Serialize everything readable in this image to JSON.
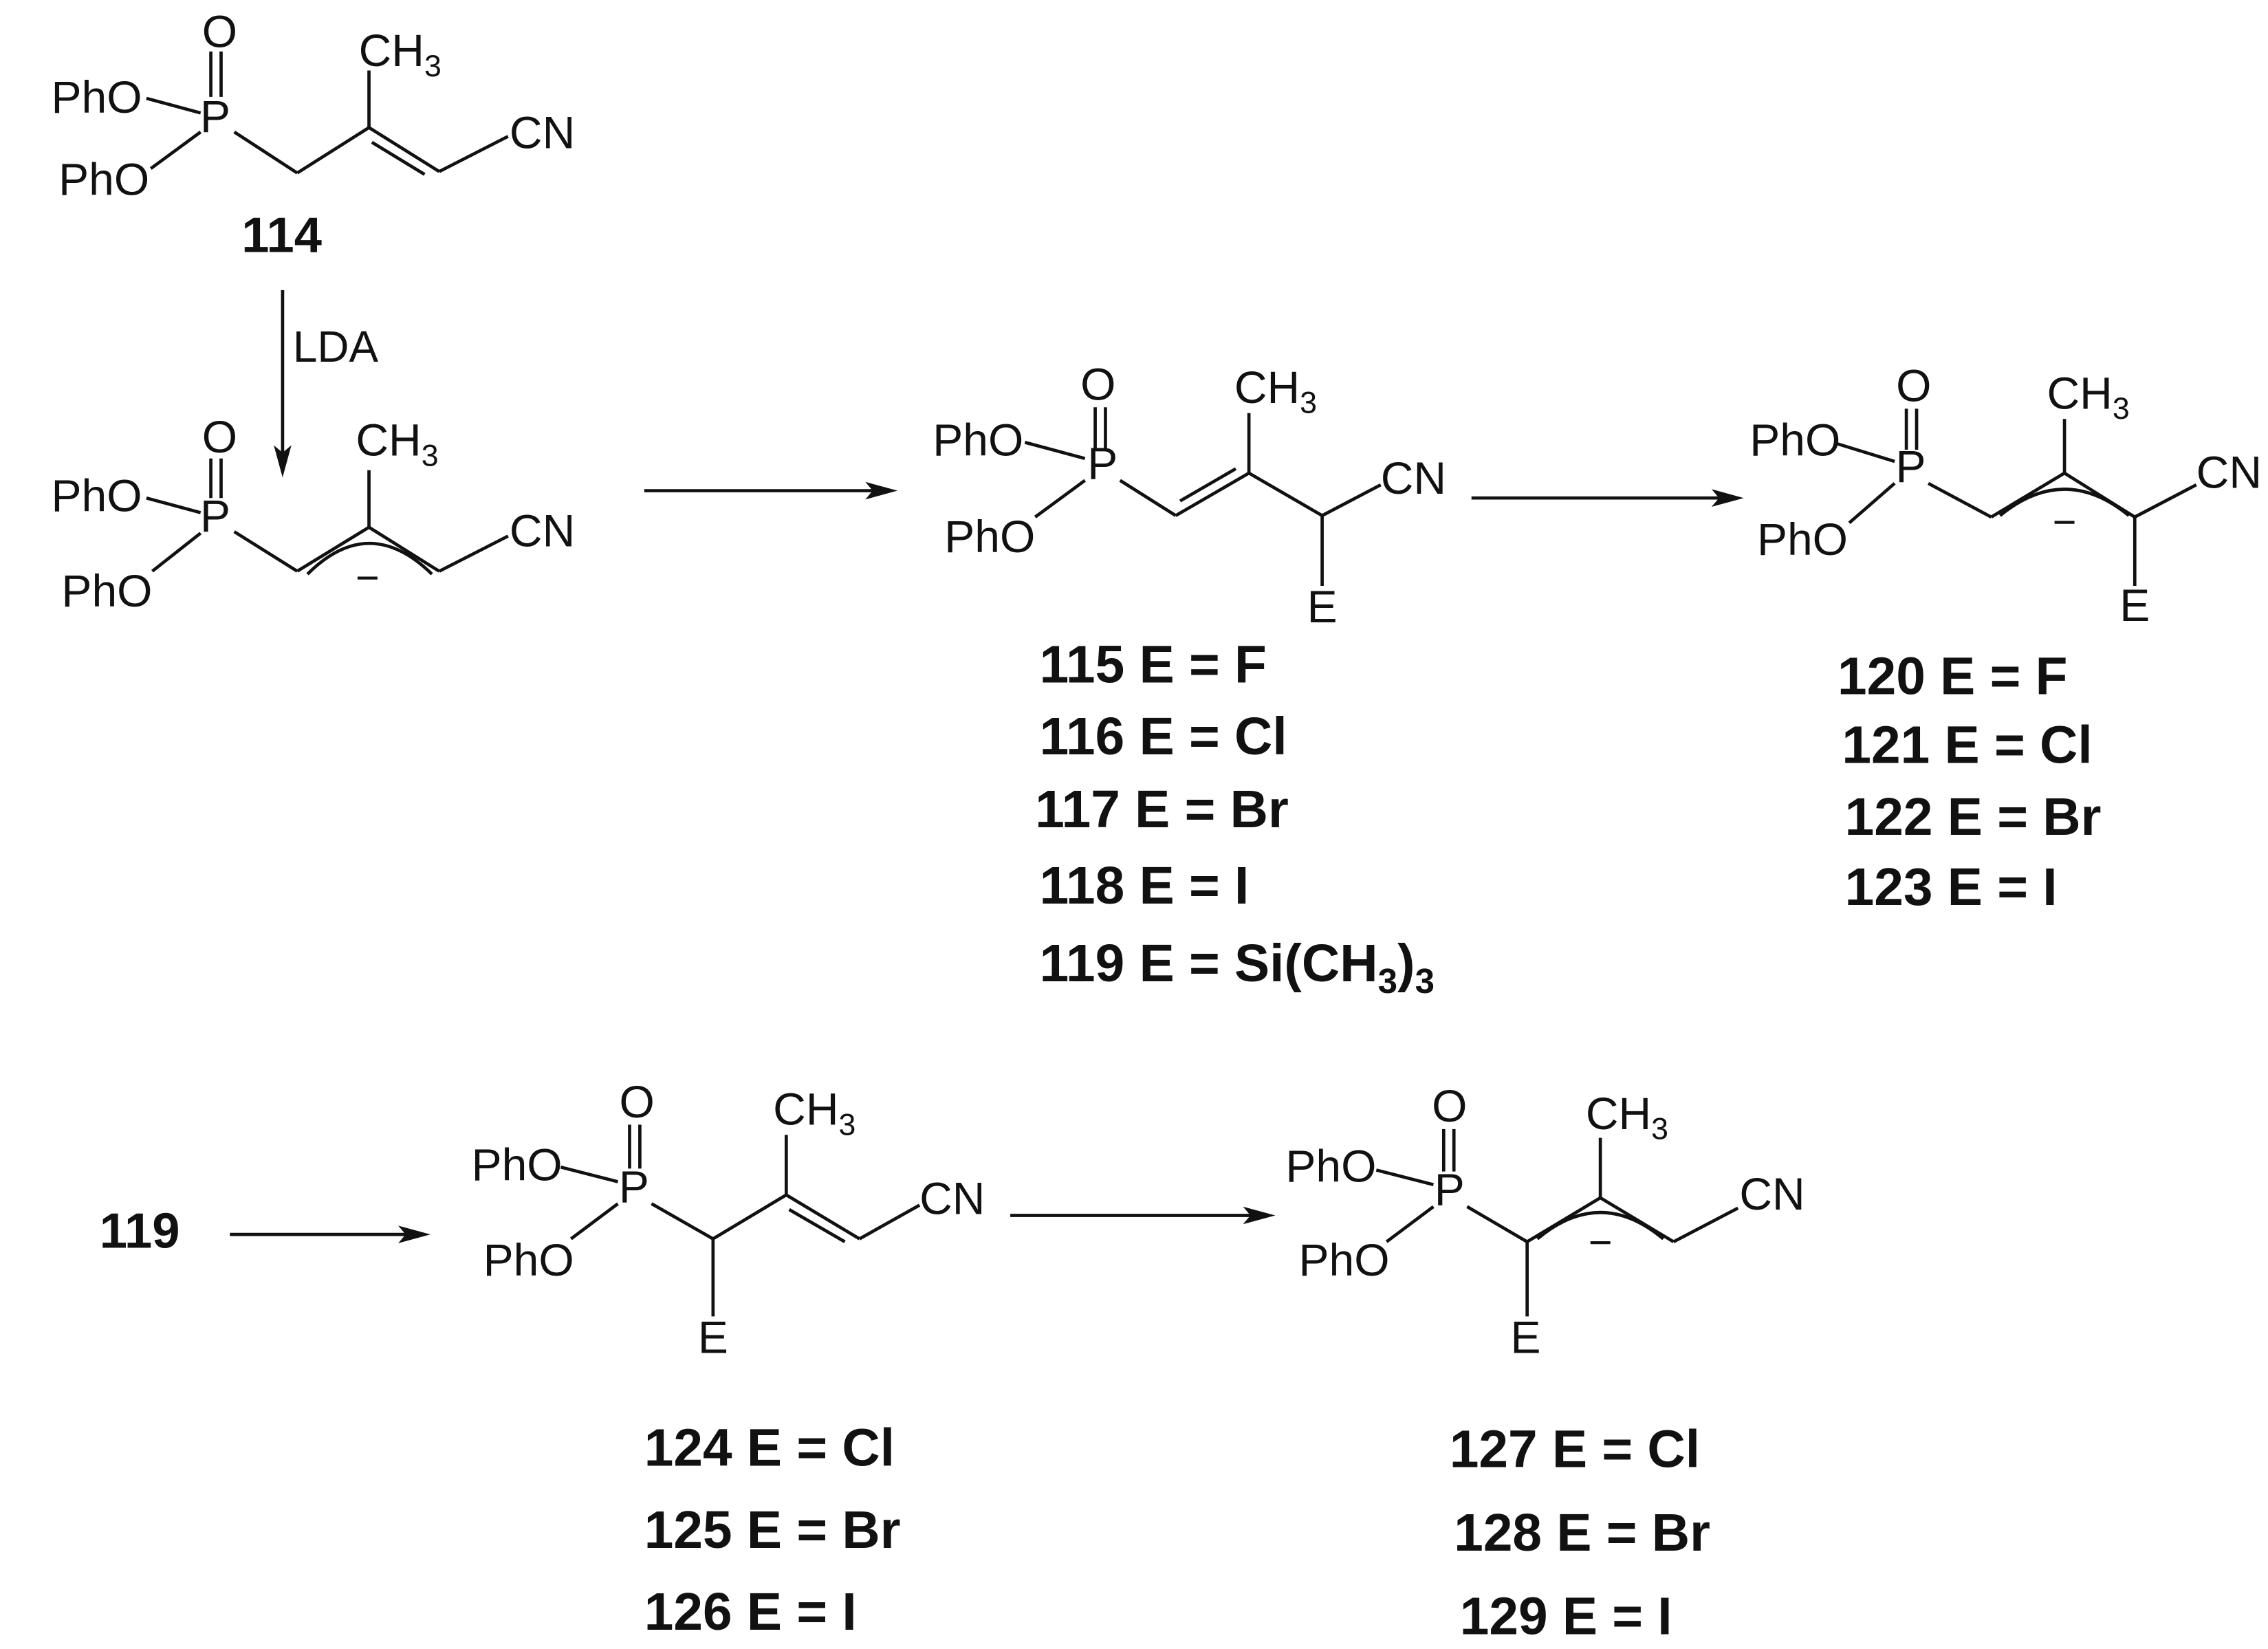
{
  "atoms": {
    "phenoxy": "PhO",
    "phosphorus": "P",
    "oxygen": "O",
    "methyl": {
      "text": "CH",
      "sub": "3"
    },
    "nitrile": "CN",
    "electrophile": "E",
    "anion_charge": "−"
  },
  "reagents": {
    "step1": "LDA"
  },
  "start_compound": "114",
  "second_start_compound": "119",
  "products_115_118": [
    "115 E = F",
    "116 E = Cl",
    "117 E = Br",
    "118 E = I"
  ],
  "product_119": {
    "text": "119 E = Si(CH",
    "sub1": "3",
    "close": ")",
    "sub2": "3"
  },
  "products_120_123": [
    "120 E = F",
    "121 E = Cl",
    "122 E = Br",
    "123 E = I"
  ],
  "products_124_126": [
    "124 E = Cl",
    "125 E = Br",
    "126 E = I"
  ],
  "products_127_129": [
    "127 E = Cl",
    "128 E = Br",
    "129 E = I"
  ]
}
